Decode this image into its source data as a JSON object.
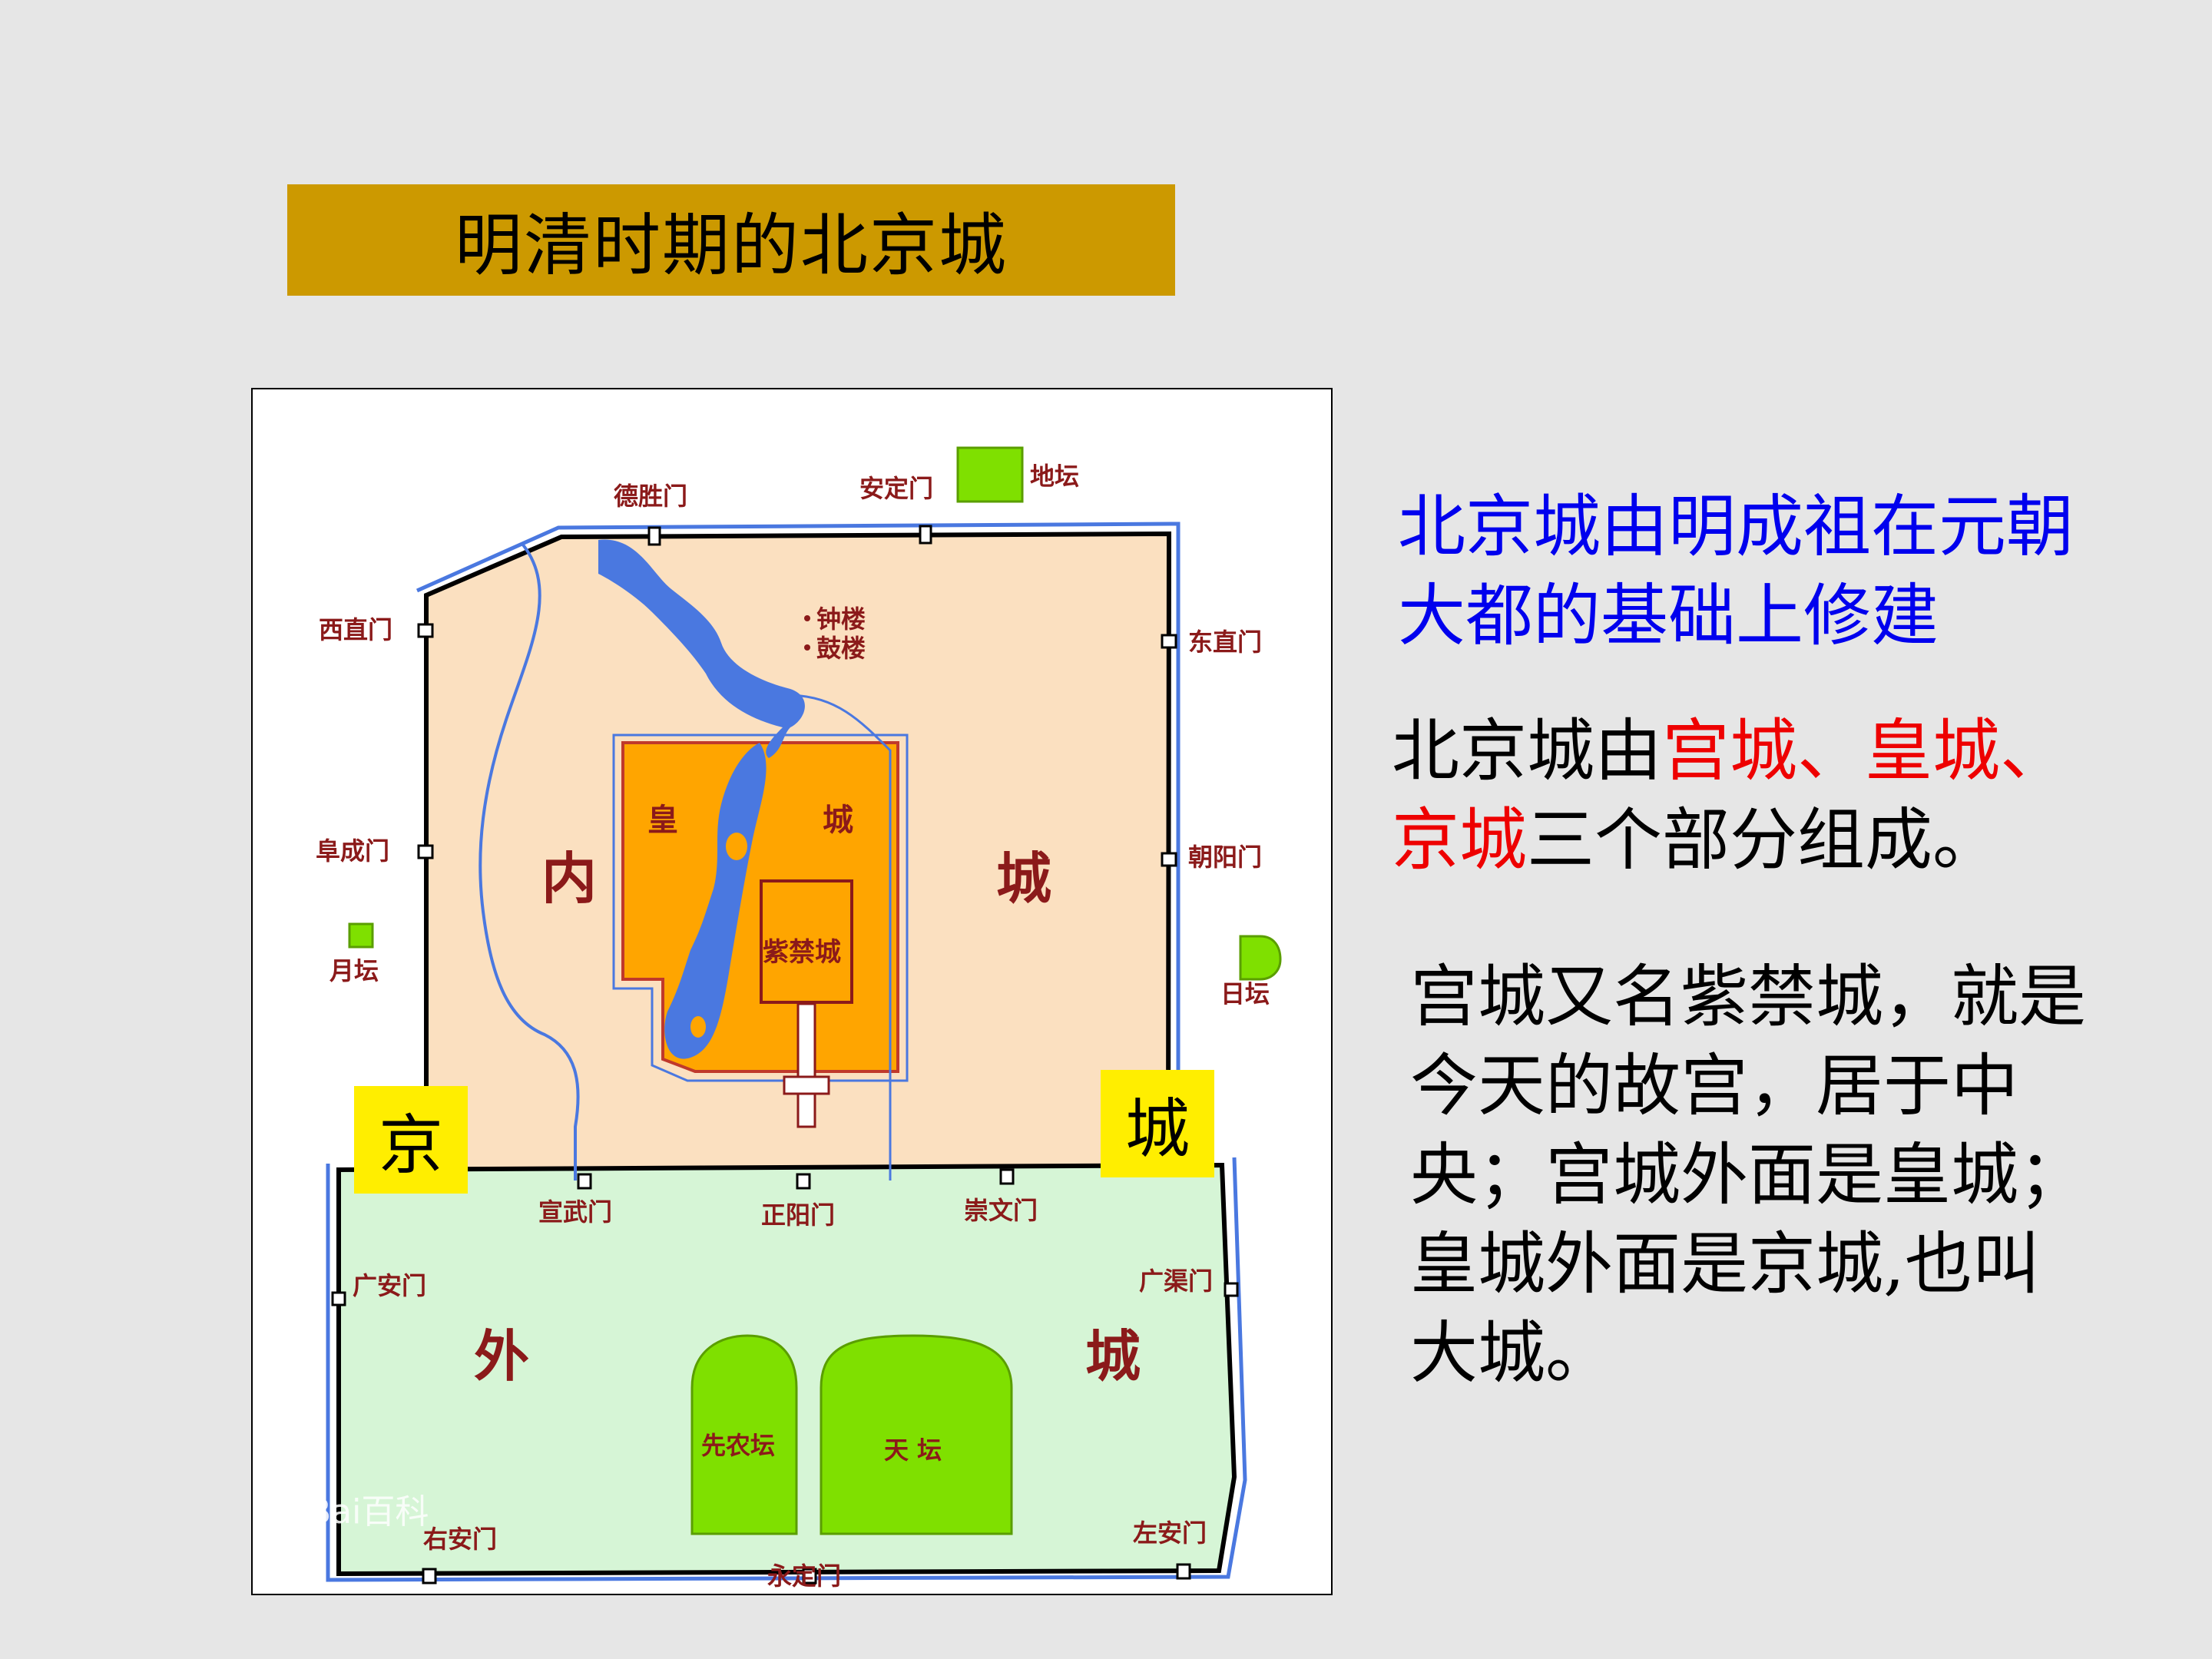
{
  "title": "明清时期的北京城",
  "map": {
    "gates": {
      "desheng": "德胜门",
      "anding": "安定门",
      "xizhi": "西直门",
      "dongzhi": "东直门",
      "fucheng": "阜成门",
      "chaoyang": "朝阳门",
      "xuanwu": "宣武门",
      "zhengyang": "正阳门",
      "chongwen": "崇文门",
      "guangan": "广安门",
      "guangqu": "广渠门",
      "youan": "右安门",
      "zuoan": "左安门",
      "yongding": "永定门"
    },
    "altars": {
      "ditan": "地坛",
      "yuetan": "月坛",
      "ritan": "日坛",
      "xiannongtan": "先农坛",
      "tiantan": "天  坛"
    },
    "towers": {
      "zhonglou": "钟楼",
      "gulou": "鼓楼"
    },
    "regions": {
      "nei": "内",
      "nei_cheng": "城",
      "huang": "皇",
      "huang_cheng": "城",
      "zijincheng": "紫禁城",
      "wai": "外",
      "wai_cheng": "城"
    },
    "tags": {
      "jing": "京",
      "cheng": "城"
    },
    "watermark": "Bai百科",
    "colors": {
      "inner_city": "#fbe0c0",
      "outer_city": "#d6f5d6",
      "imperial_city": "#ffa500",
      "water": "#4a78e0",
      "altar": "#7fe000",
      "label": "#8b1a1a"
    }
  },
  "text": {
    "p1": "北京城由明成祖在元朝大都的基础上修建",
    "p2_a": "北京城由",
    "p2_b": "宫城、皇城、京城",
    "p2_c": "三个部分组成。",
    "p3": "宫城又名紫禁城，就是今天的故宫，居于中央；宫城外面是皇城；皇城外面是京城,也叫大城。"
  }
}
